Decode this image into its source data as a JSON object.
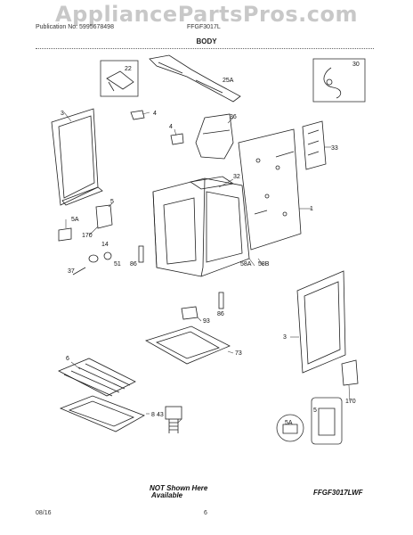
{
  "watermark": "AppliancePartsPros.com",
  "header": {
    "publication": "Publication No: 5995678498",
    "model": "FFGF3017L"
  },
  "section_title": "BODY",
  "callouts": [
    "22",
    "25A",
    "30",
    "3",
    "4",
    "36",
    "4",
    "33",
    "5",
    "5A",
    "32",
    "1",
    "170",
    "14",
    "86",
    "58A",
    "58B",
    "51",
    "37",
    "86",
    "93",
    "73",
    "3",
    "6",
    "43",
    "8",
    "5",
    "5A",
    "170"
  ],
  "notes": {
    "line1": "NOT Shown Here",
    "line2": "Available",
    "model_code": "FFGF3017LWF"
  },
  "footer": {
    "date": "08/16",
    "page": "6"
  }
}
